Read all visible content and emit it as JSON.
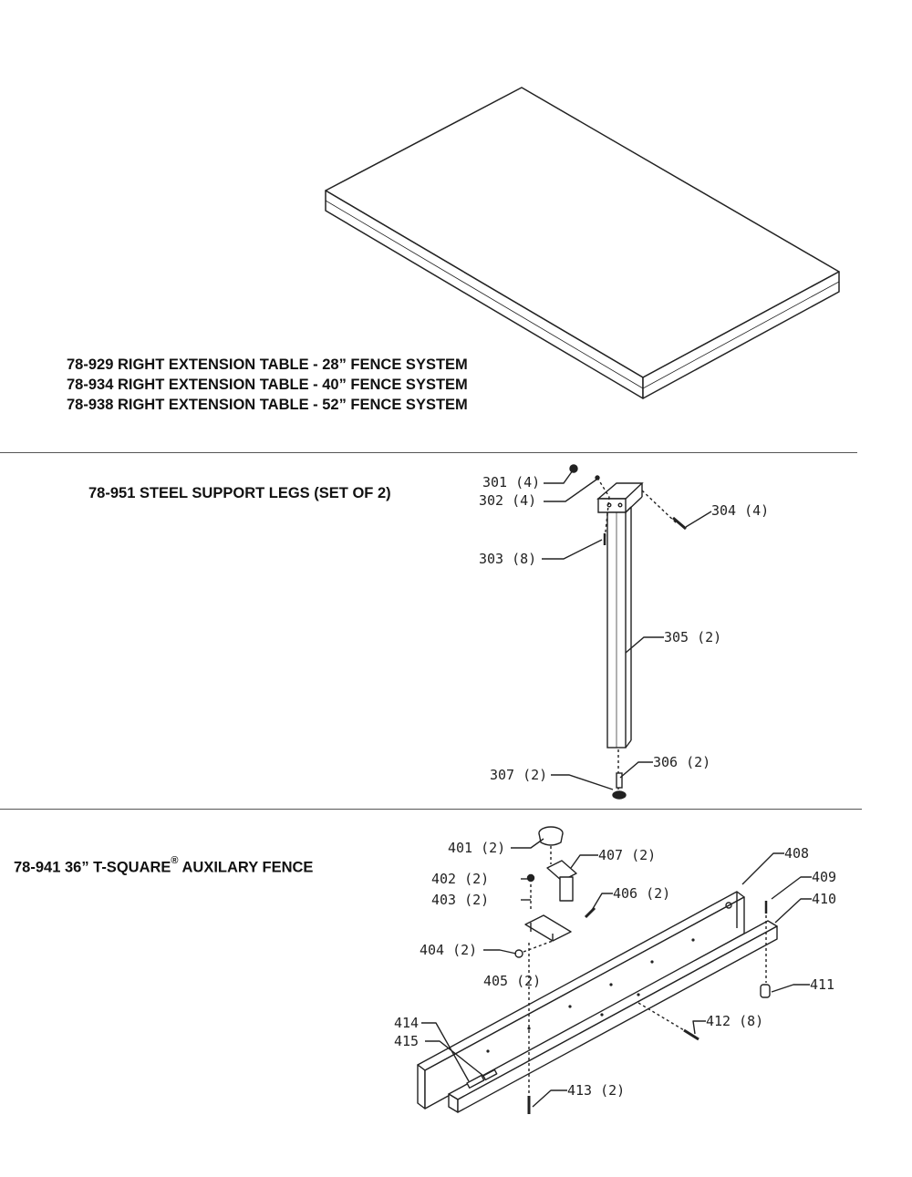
{
  "sections": {
    "table": {
      "titles": [
        "78-929 RIGHT EXTENSION TABLE - 28” FENCE SYSTEM",
        "78-934 RIGHT EXTENSION TABLE - 40” FENCE SYSTEM",
        "78-938 RIGHT EXTENSION TABLE - 52” FENCE SYSTEM"
      ]
    },
    "legs": {
      "title": "78-951 STEEL SUPPORT LEGS (SET OF 2)",
      "callouts": [
        "301 (4)",
        "302 (4)",
        "304 (4)",
        "303 (8)",
        "305 (2)",
        "306 (2)",
        "307 (2)"
      ]
    },
    "fence": {
      "title_main": "78-941 36” T-SQUARE",
      "title_reg": "®",
      "title_tail": " AUXILARY FENCE",
      "callouts": [
        "401 (2)",
        "407 (2)",
        "408",
        "402 (2)",
        "409",
        "403 (2)",
        "406 (2)",
        "410",
        "404 (2)",
        "405 (2)",
        "411",
        "412 (8)",
        "414",
        "415",
        "413 (2)"
      ]
    }
  }
}
